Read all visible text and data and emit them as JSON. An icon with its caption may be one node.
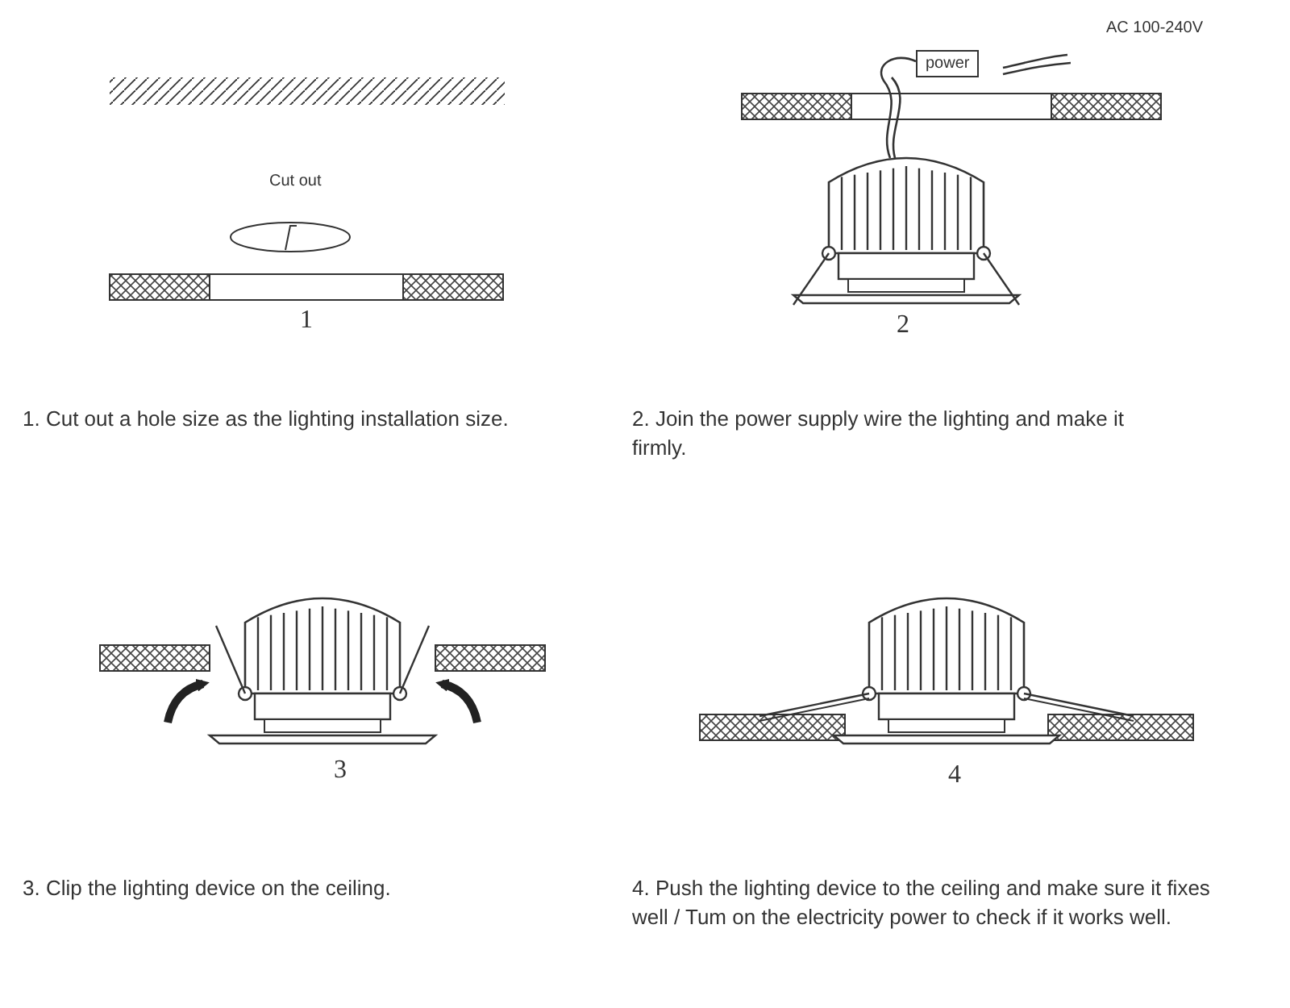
{
  "diagram": {
    "nodes": [
      {
        "text": [
          "power"
        ]
      }
    ],
    "edges": [],
    "labels": [
      "Cut out",
      "1",
      "AC 100-240V",
      "2",
      "1. Cut out a hole size as the lighting installation size.",
      "2. Join the power supply wire the lighting and make it firmly.",
      "3",
      "4",
      "3. Clip the lighting device on the ceiling.",
      "4. Push the lighting device to the ceiling and make sure it fixes well / Tum on the electricity power to check if it works well."
    ]
  }
}
